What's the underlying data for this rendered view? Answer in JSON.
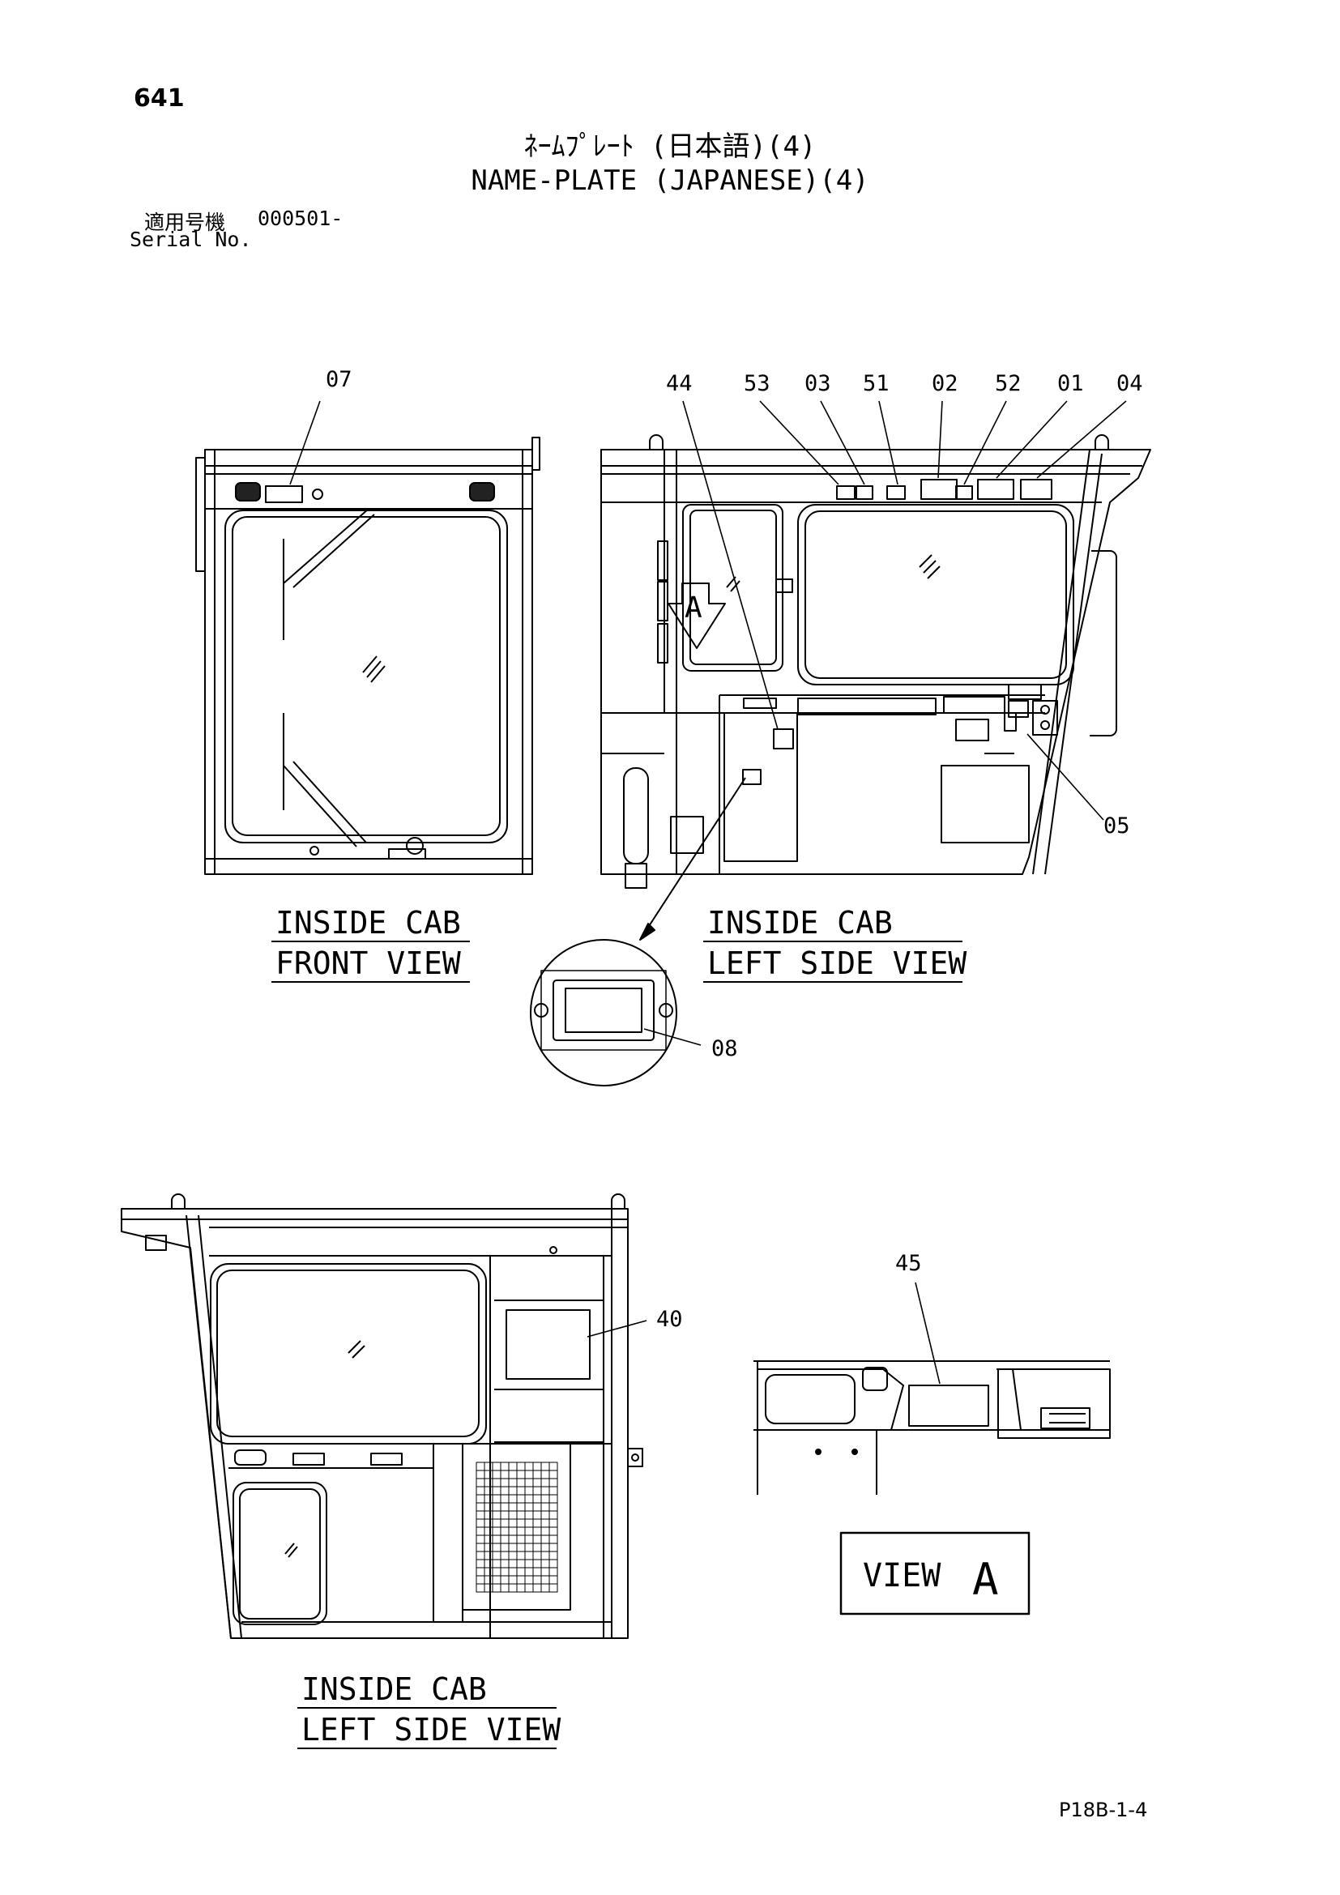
{
  "header": {
    "page_number": "641",
    "title_jp": "ﾈｰﾑﾌﾟﾚｰﾄ (日本語)(4)",
    "title_en": "NAME-PLATE (JAPANESE)(4)",
    "serial_label_jp": "適用号機",
    "serial_value": "000501-",
    "serial_label_en": "Serial No."
  },
  "views": {
    "front_caption_1": "INSIDE CAB",
    "front_caption_2": "FRONT VIEW",
    "left_caption_1": "INSIDE CAB",
    "left_caption_2": "LEFT SIDE VIEW",
    "rear_caption_1": "INSIDE CAB",
    "rear_caption_2": "LEFT SIDE VIEW",
    "view_a_word": "VIEW",
    "view_a_letter": "A",
    "arrow_letter": "A"
  },
  "callouts": {
    "c07": "07",
    "c44": "44",
    "c53": "53",
    "c03": "03",
    "c51": "51",
    "c02": "02",
    "c52": "52",
    "c01": "01",
    "c04": "04",
    "c05": "05",
    "c08": "08",
    "c40": "40",
    "c45": "45"
  },
  "footer": {
    "page_code": "P18B-1-4"
  }
}
